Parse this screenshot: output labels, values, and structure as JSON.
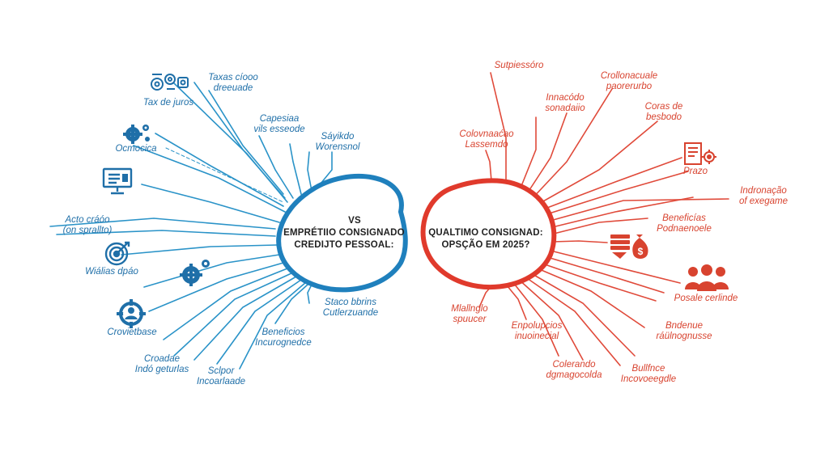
{
  "colors": {
    "left": "#1f8fc4",
    "left_text": "#1f6fa8",
    "right": "#e04a3a",
    "right_text": "#d8432f"
  },
  "center_left": {
    "vs": "VS",
    "line1": "EMPRÉTIIO CONSIGNADO",
    "line2": "CREDIJTO PESSOAL:"
  },
  "center_right": {
    "line1": "QUALTIMO CONSIGNAD:",
    "line2": "OPSÇÃO EM 2025?"
  },
  "left_labels": [
    "Taxas cíooo\ndreeuade",
    "Tax de juros",
    "Capesiaa\nvils esseode",
    "Sáyikdo\nWorensnol",
    "Ocmocica",
    "Acto cráóo\n(on sprallto)",
    "Wiálias dpáo",
    "Crovietbase",
    "Croadae\nIndó geturlas",
    "Sclpor\nIncoarlaade",
    "Beneficios\nIncurognedce",
    "Staco bbrins\nCutlerzuande"
  ],
  "right_labels": [
    "Sutpiessóro",
    "Crollonacuale\npaorerurbo",
    "Innacódo\nsonadaiio",
    "Coras de\nbesbodo",
    "Colovnaaćao\nLassemdo",
    "Prazo",
    "Indronação\nof exegame",
    "Beneficías\nPodnaenoele",
    "Posale cerlinde",
    "Mlallnglo\nspuucer",
    "Enpolupcios\ninuoinecial",
    "Bndenue\nráülnognusse",
    "Colerando\ndgmagocolda",
    "Bullfnce\nIncovoeegdle"
  ],
  "icons": {
    "left": [
      "gears-cluster-icon",
      "gear-icon",
      "monitor-icon",
      "target-icon",
      "gear-icon",
      "user-gear-icon"
    ],
    "right": [
      "document-gear-icon",
      "money-stack-icon",
      "people-group-icon"
    ]
  }
}
